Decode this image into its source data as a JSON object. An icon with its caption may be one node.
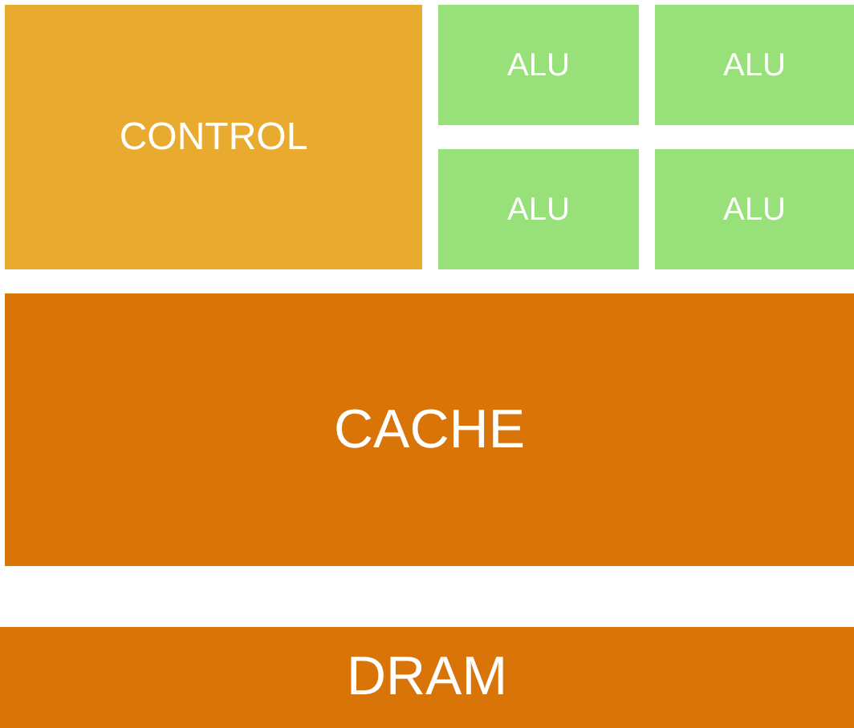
{
  "diagram": {
    "nodes": [
      {
        "text": [
          "CONTROL"
        ]
      },
      {
        "text": [
          "ALU"
        ]
      },
      {
        "text": [
          "ALU"
        ]
      },
      {
        "text": [
          "ALU"
        ]
      },
      {
        "text": [
          "ALU"
        ]
      },
      {
        "text": [
          "CACHE"
        ]
      },
      {
        "text": [
          "DRAM"
        ]
      }
    ]
  }
}
